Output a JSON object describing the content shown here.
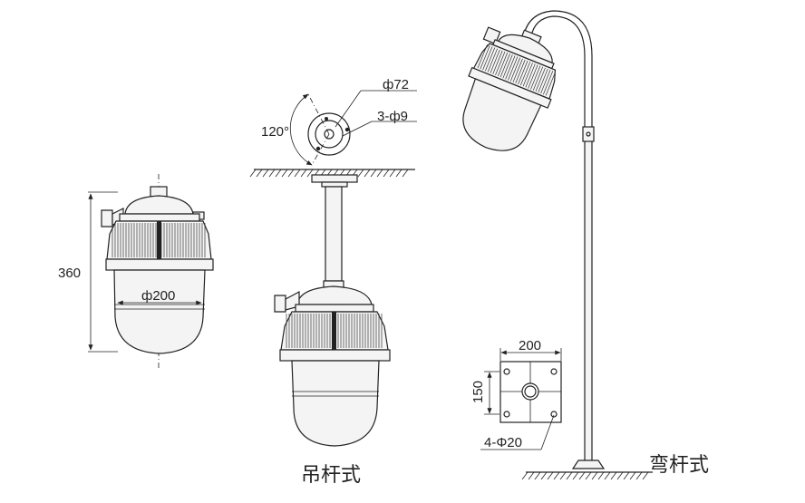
{
  "labels": {
    "height_360": "360",
    "phi_200": "ф200",
    "phi_72": "ф72",
    "holes_3phi9": "3-ф9",
    "angle_120": "120°",
    "width_200": "200",
    "height_150": "150",
    "holes_4phi20": "4-Φ20",
    "caption_pendant": "吊杆式",
    "caption_bent": "弯杆式"
  }
}
